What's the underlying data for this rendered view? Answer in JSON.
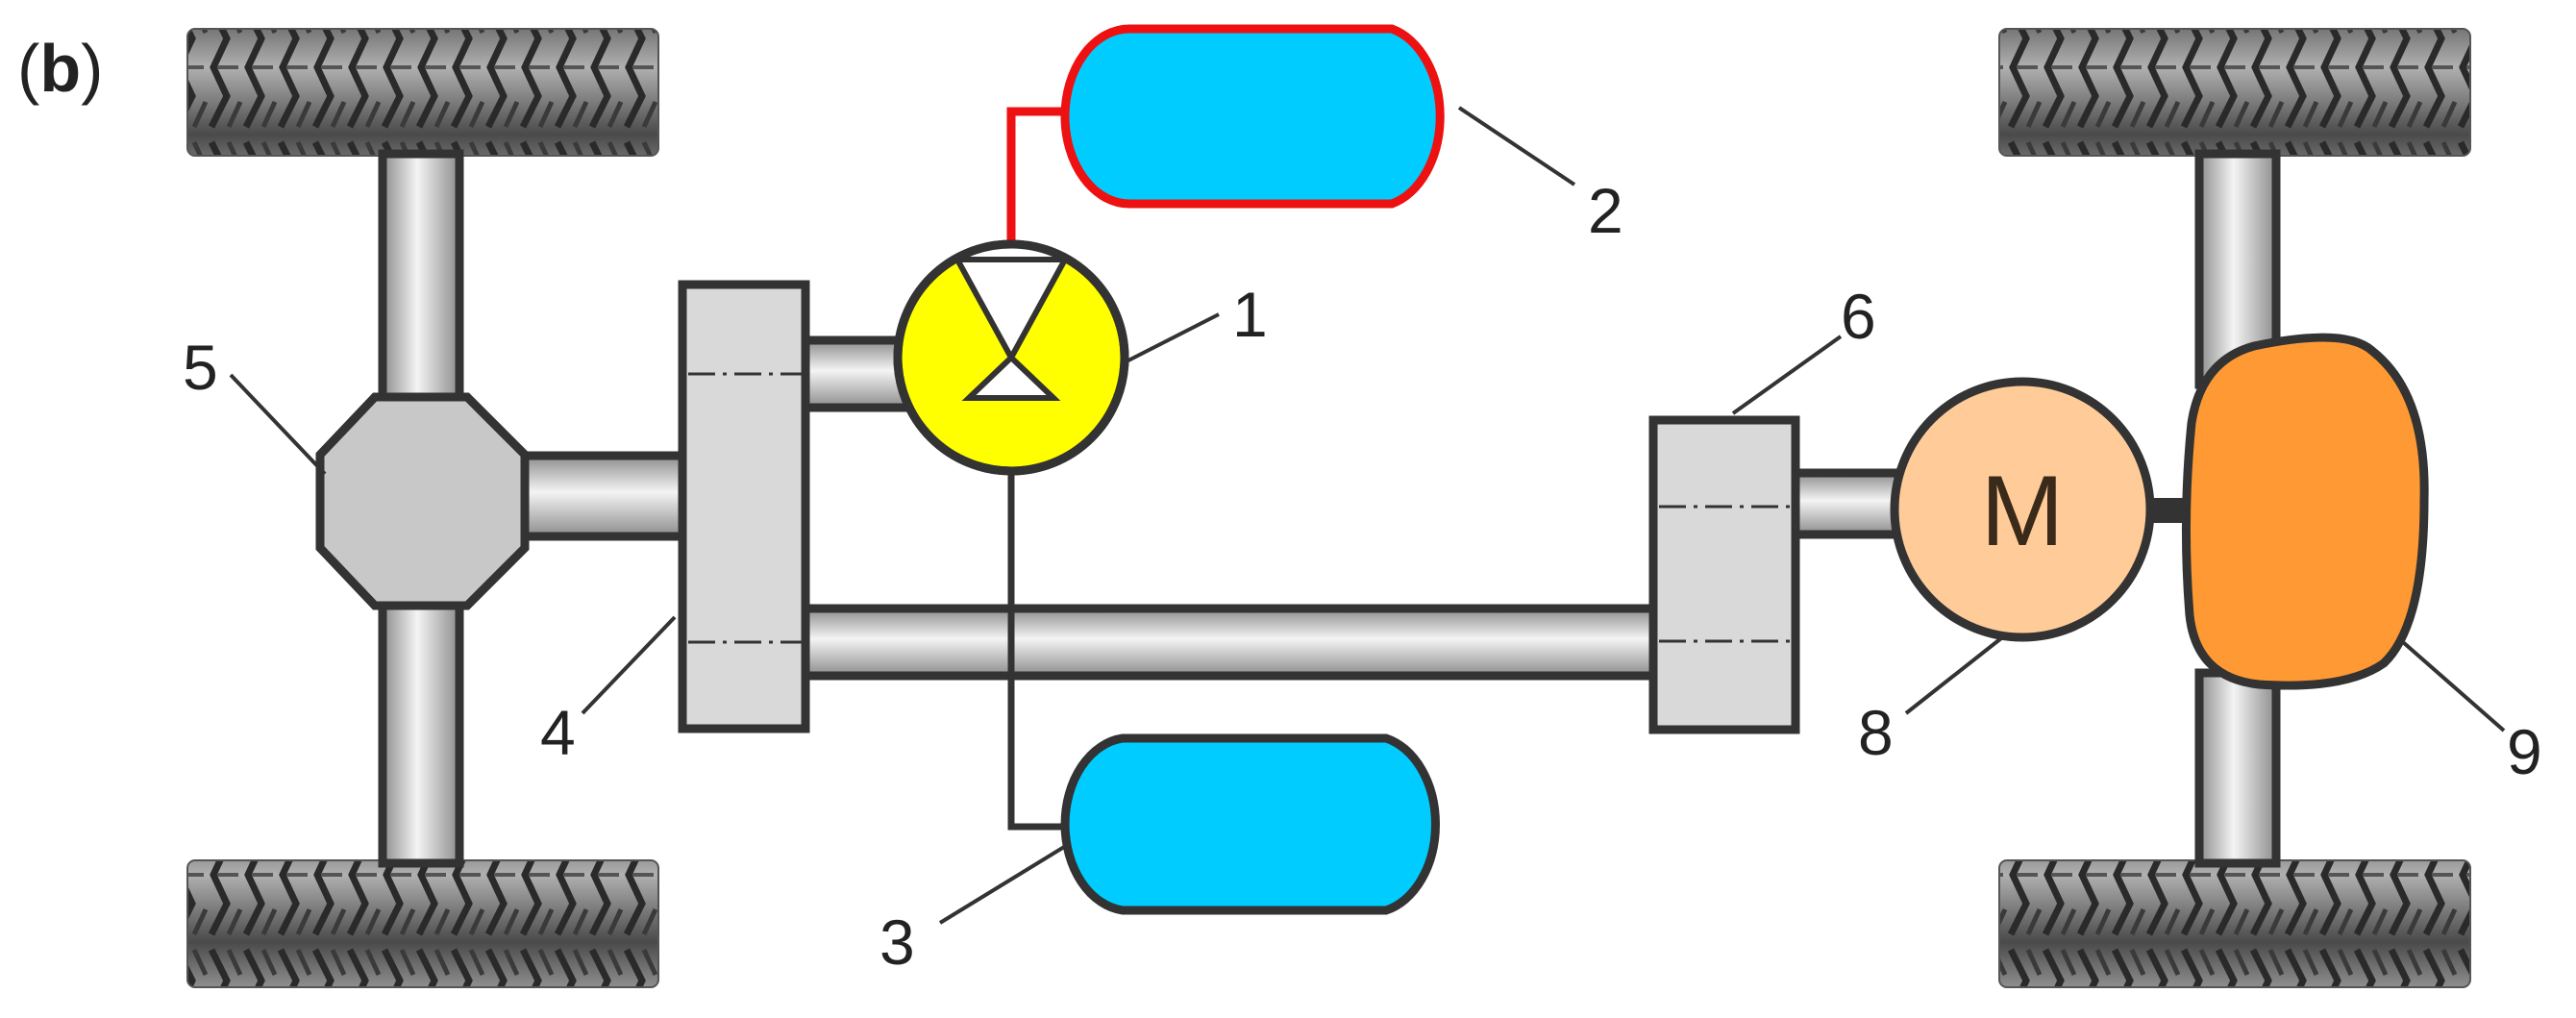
{
  "panel_label": {
    "open": "(",
    "letter": "b",
    "close": ")"
  },
  "motor_label": "M",
  "callouts": {
    "pump": "1",
    "tank_high": "2",
    "tank_low": "3",
    "front_gearbox": "4",
    "front_differential": "5",
    "rear_gearbox": "6",
    "motor": "8",
    "rear_differential": "9"
  },
  "colors": {
    "pump": "#ffff00",
    "tank": "#00ccff",
    "tank_high_outline": "#ee1111",
    "motor": "#ffcc99",
    "rear_differential": "#ff9933",
    "housing": "#d9d9d9",
    "outline": "#333333"
  }
}
